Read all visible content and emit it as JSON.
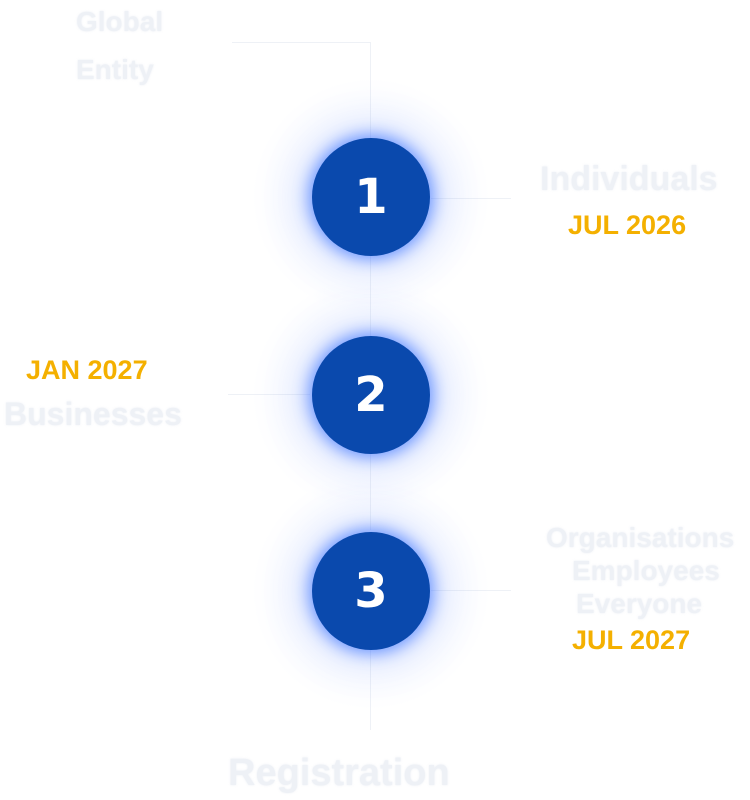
{
  "ghost_labels": {
    "top_left_line1": "Global",
    "top_left_line2": "Entity",
    "step1": "Individuals",
    "step2": "Businesses",
    "step3_line1": "Organisations",
    "step3_line2": "Employees",
    "step3_line3": "Everyone",
    "bottom": "Registration"
  },
  "steps": [
    {
      "number": "1",
      "date": "JUL 2026"
    },
    {
      "number": "2",
      "date": "JAN 2027"
    },
    {
      "number": "3",
      "date": "JUL 2027"
    }
  ],
  "colors": {
    "circle": "#0a49ad",
    "date": "#f4b000",
    "glow": "#4f7dff",
    "ghost_text": "#eef1f6"
  }
}
